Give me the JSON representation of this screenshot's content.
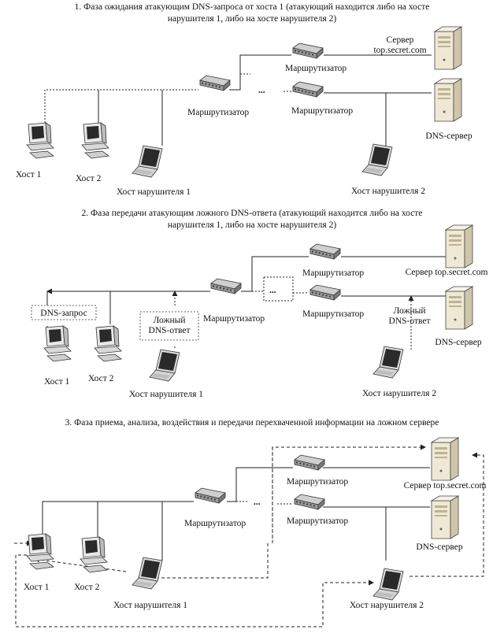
{
  "panels": [
    {
      "caption_lines": [
        "1. Фаза ожидания атакующим DNS-запроса от хоста 1 (атакующий находится либо на хосте",
        "нарушителя 1, либо на хосте нарушителя 2)"
      ],
      "labels": {
        "router_main": "Маршрутизатор",
        "router_top": "Маршрутизатор",
        "router_bottom": "Маршрутизатор",
        "server_top": "Сервер\ntop.secret.com",
        "server_dns": "DNS-сервер",
        "host1": "Хост 1",
        "host2": "Хост 2",
        "intruder1": "Хост нарушителя 1",
        "intruder2": "Хост нарушителя 2",
        "dots": "..."
      }
    },
    {
      "caption_lines": [
        "2. Фаза передачи атакующим ложного DNS-ответа (атакующий находится либо на хосте",
        "нарушителя 1, либо на хосте нарушителя 2)"
      ],
      "labels": {
        "router_main": "Маршрутизатор",
        "router_top": "Маршрутизатор",
        "router_bottom": "Маршрутизатор",
        "server_top": "Сервер top.secret.com",
        "server_dns": "DNS-сервер",
        "host1": "Хост 1",
        "host2": "Хост 2",
        "intruder1": "Хост нарушителя 1",
        "intruder2": "Хост нарушителя 2",
        "dots": "...",
        "dns_request": "DNS-запрос",
        "fake_answer_1": "Ложный\nDNS-ответ",
        "fake_answer_2": "Ложный\nDNS-ответ"
      }
    },
    {
      "caption_lines": [
        "3. Фаза приема, анализа, воздействия и передачи перехваченной информации на ложном сервере"
      ],
      "labels": {
        "router_main": "Маршрутизатор",
        "router_top": "Маршрутизатор",
        "router_bottom": "Маршрутизатор",
        "server_top": "Сервер top.secret.com",
        "server_dns": "DNS-сервер",
        "host1": "Хост 1",
        "host2": "Хост 2",
        "intruder1": "Хост нарушителя 1",
        "intruder2": "Хост нарушителя 2",
        "dots": "..."
      }
    }
  ],
  "colors": {
    "line": "#222222",
    "router_body": "#9a9a9a",
    "router_top": "#cfcfcf",
    "server_body": "#efe8d4",
    "server_shade": "#cfc6aa",
    "pc_body": "#e8e8e8",
    "screen": "#2a2a2a"
  },
  "icons": {
    "router": "router-icon",
    "server": "server-icon",
    "pc": "desktop-pc-icon",
    "laptop": "laptop-icon",
    "arrow": "arrow-icon"
  }
}
